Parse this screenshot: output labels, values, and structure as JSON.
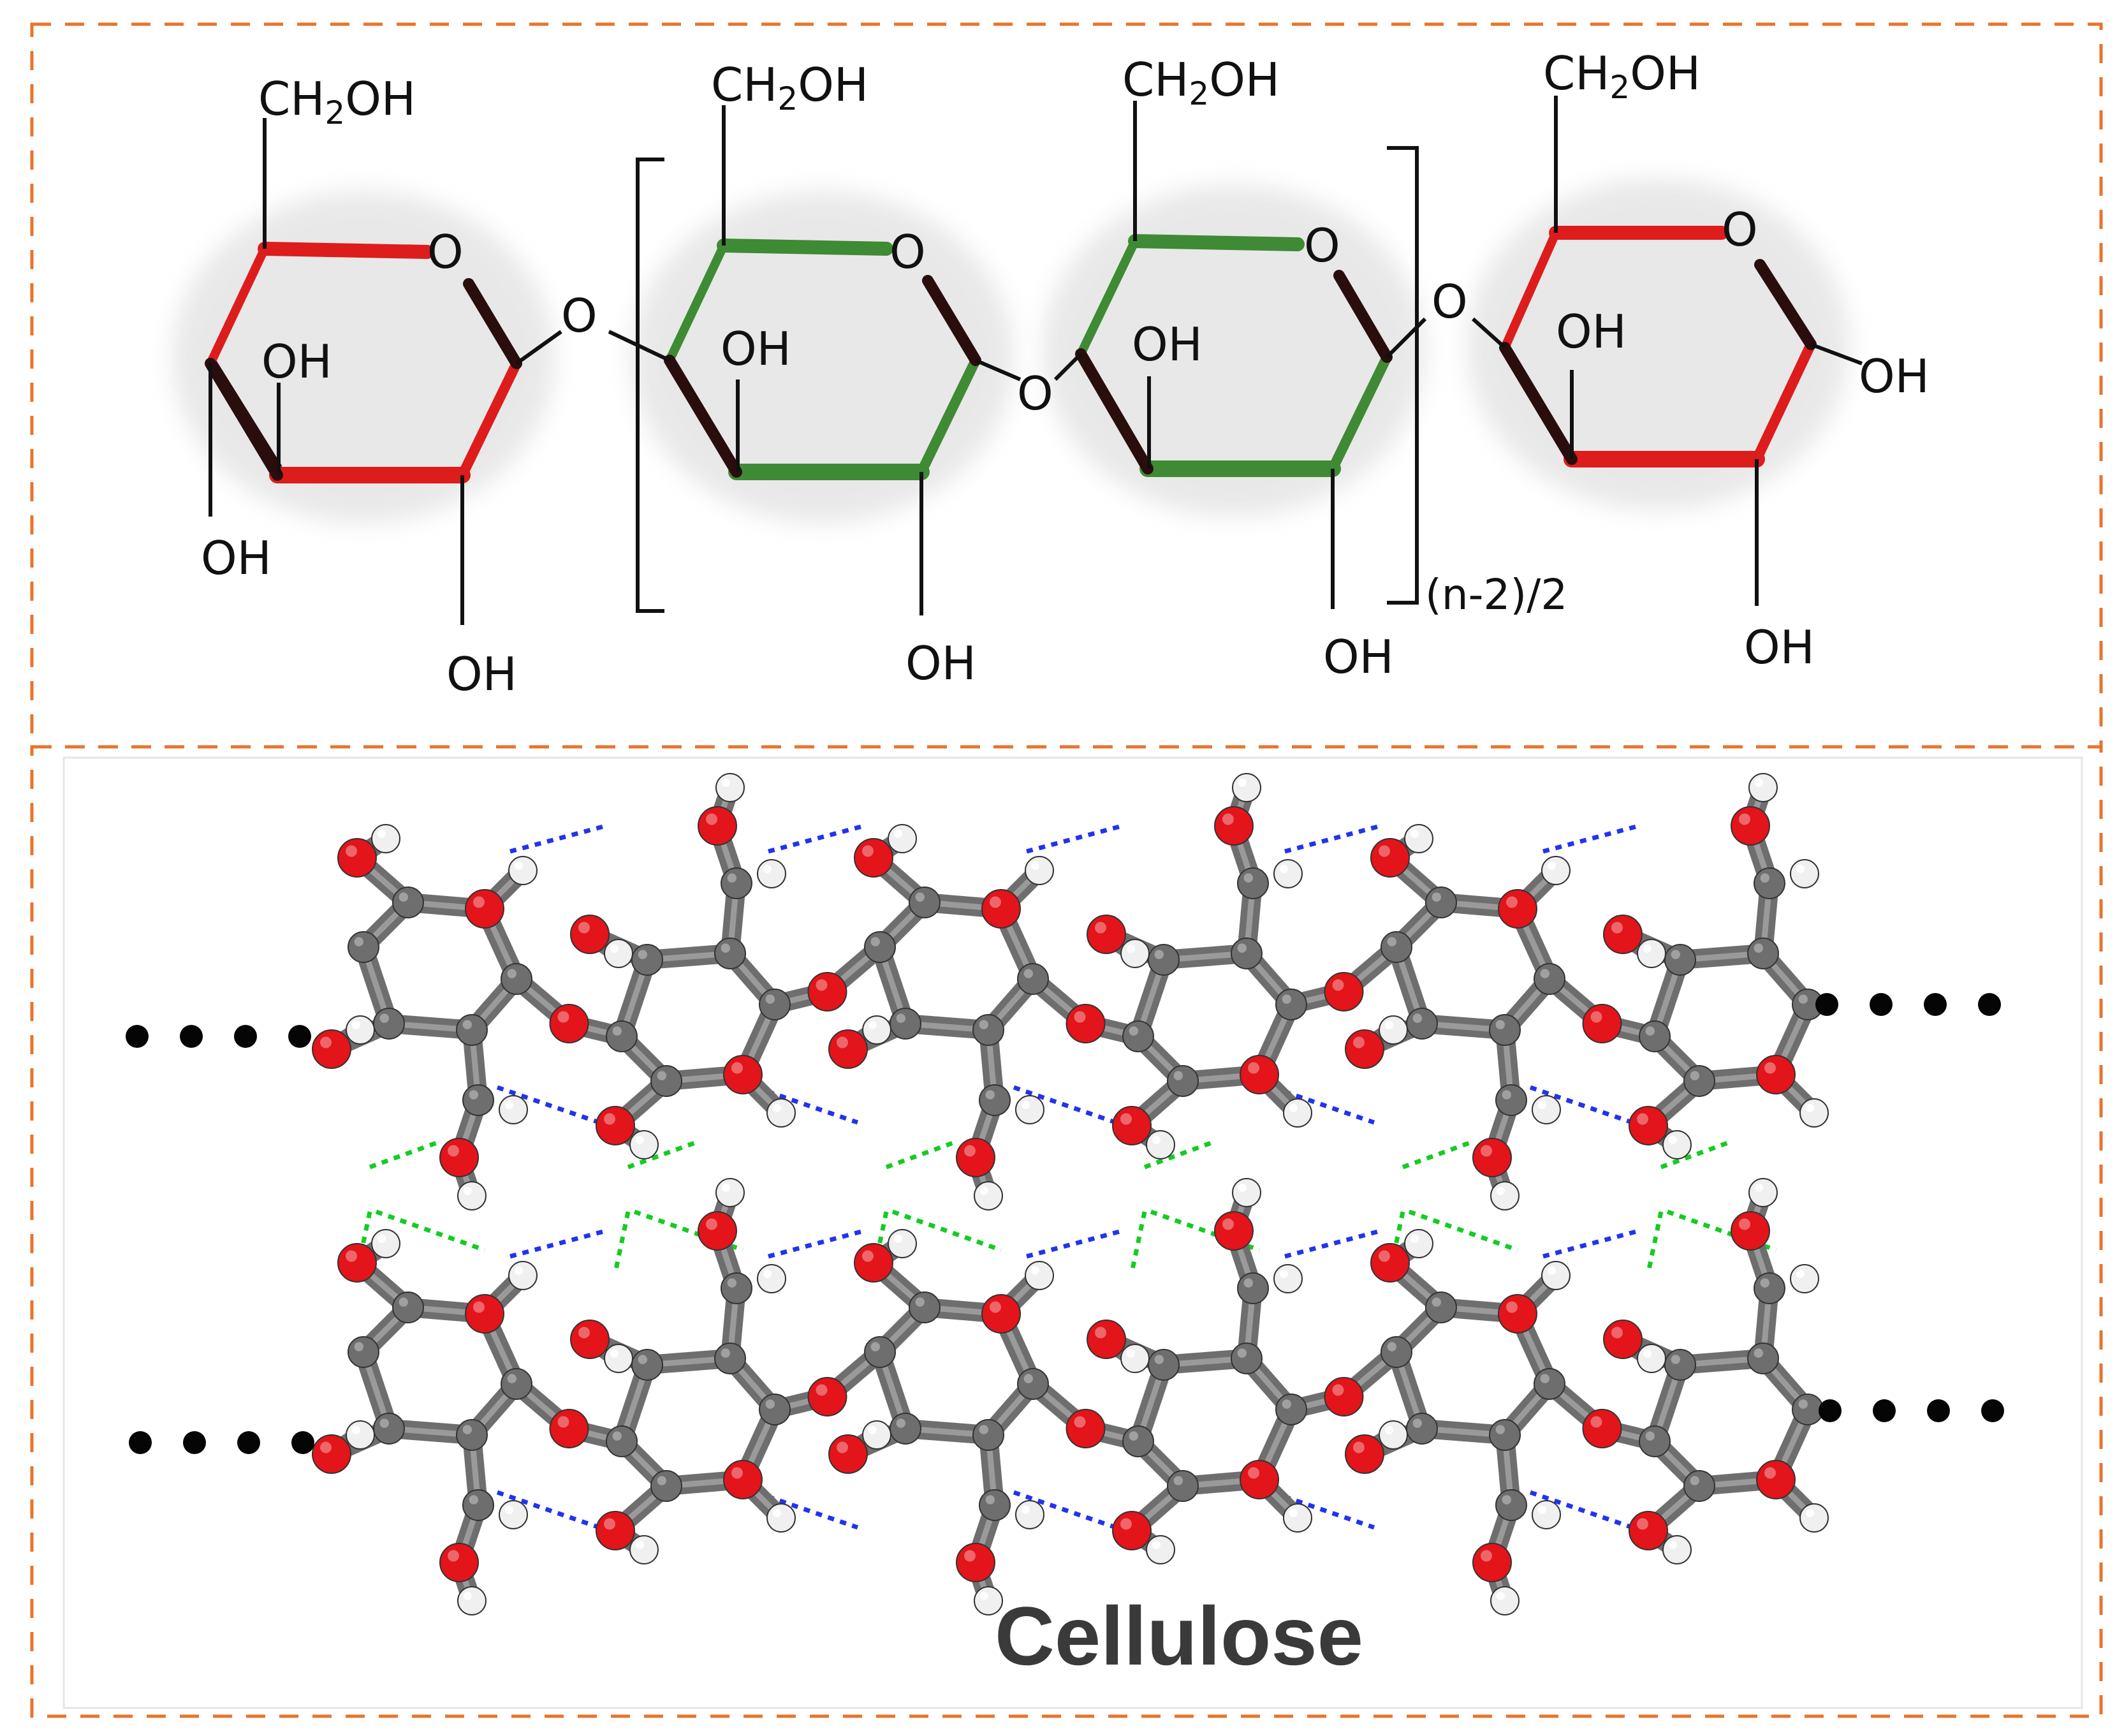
{
  "colors": {
    "panel_border": "#e8742a",
    "terminal_ring": "#dd1c1c",
    "repeat_ring": "#3f8a34",
    "ring_shadow": "#2a0d0d",
    "bond": "#111111",
    "carbon": "#6e6e6e",
    "oxygen": "#e3141a",
    "hydrogen": "#f0f0f0",
    "hbond_intra": "#2233ee",
    "hbond_inter": "#14cc22",
    "chain_dots": "#050505"
  },
  "structure": {
    "groups": {
      "ring1_ch2oh": "CH2OH",
      "ring2_ch2oh": "CH2OH",
      "ring3_ch2oh": "CH2OH",
      "ring4_ch2oh": "CH2OH"
    },
    "atoms": {
      "ring1_o": "O",
      "link1_o": "O",
      "ring2_o": "O",
      "link2_o": "O",
      "ring3_o": "O",
      "link3_o": "O",
      "ring4_o": "O"
    },
    "hydroxyls": {
      "ring1_oh_a": "OH",
      "ring1_oh_b": "OH",
      "ring1_oh_c": "OH",
      "ring2_oh_a": "OH",
      "ring2_oh_b": "OH",
      "ring3_oh_a": "OH",
      "ring3_oh_b": "OH",
      "ring4_oh_a": "OH",
      "ring4_oh_b": "OH",
      "ring4_oh_c": "OH"
    },
    "repeat_subscript": "(n-2)/2"
  },
  "model": {
    "caption": "Cellulose",
    "chains": 2,
    "rings_per_chain": 6,
    "hydrogen_bond_types": [
      "intra-chain",
      "inter-chain"
    ]
  }
}
